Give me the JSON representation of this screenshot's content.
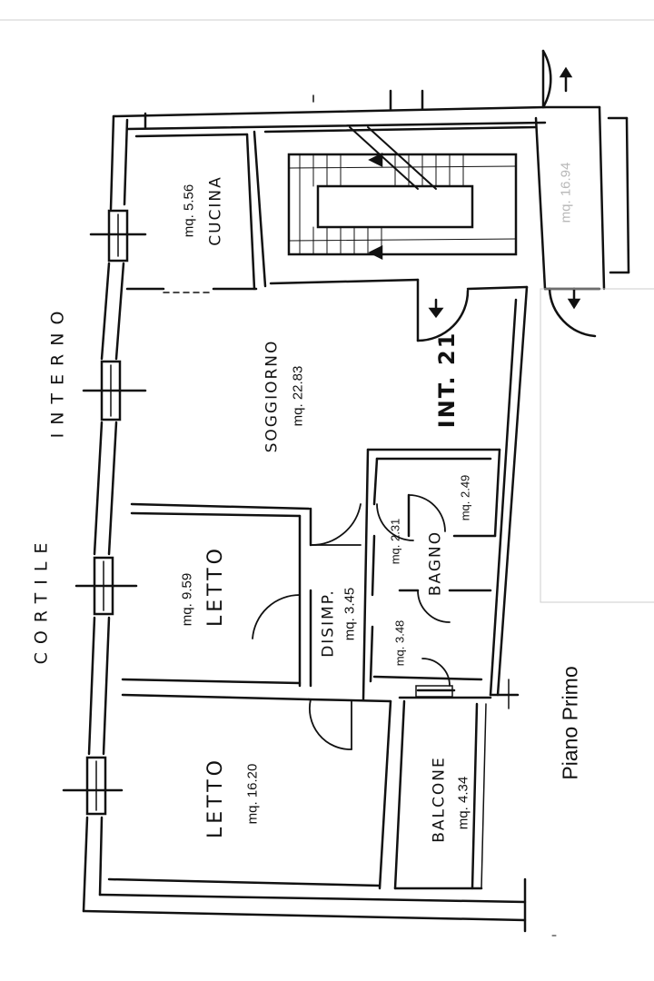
{
  "plan": {
    "title": "Piano Primo",
    "unit_label": "INT. 21",
    "courtyard": {
      "word1": "CORTILE",
      "word2": "INTERNO"
    },
    "rooms": {
      "cucina": {
        "name": "CUCINA",
        "area": "mq. 5.56"
      },
      "soggiorno": {
        "name": "SOGGIORNO",
        "area": "mq. 22.83"
      },
      "letto1": {
        "name": "LETTO",
        "area": "mq. 9.59"
      },
      "letto2": {
        "name": "LETTO",
        "area": "mq. 16.20"
      },
      "disimp": {
        "name": "DISIMP.",
        "area": "mq. 3.45"
      },
      "bagno": {
        "name": "BAGNO"
      },
      "balcone": {
        "name": "BALCONE",
        "area": "mq. 4.34"
      },
      "stair": {
        "area": "mq. 16.94"
      }
    },
    "small_areas": {
      "a1": "mq. 2.49",
      "a2": "mq. 2.31",
      "a3": "mq. 3.48"
    }
  },
  "colors": {
    "ink": "#111111",
    "faint": "#b8b8b8",
    "paper": "#ffffff"
  }
}
